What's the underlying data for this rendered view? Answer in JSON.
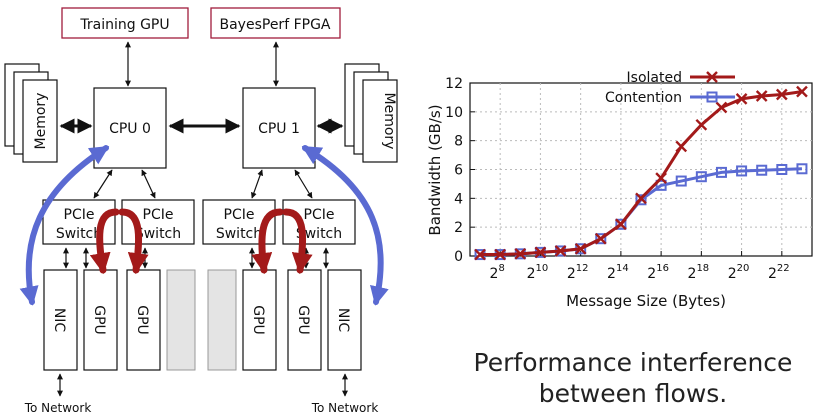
{
  "diagram": {
    "training_gpu": "Training GPU",
    "bayesperf_fpga": "BayesPerf FPGA",
    "cpu0": "CPU 0",
    "cpu1": "CPU 1",
    "memory_left": "Memory",
    "memory_right": "Memory",
    "pcie_line1": "PCIe",
    "pcie_line2": "Switch",
    "nic_label": "NIC",
    "gpu_label": "GPU",
    "to_network_left": "To Network",
    "to_network_right": "To Network"
  },
  "caption": {
    "line1": "Performance interference",
    "line2": "between flows."
  },
  "colors": {
    "isolated": "#a31a1a",
    "contention": "#5a6ad2",
    "fpga_border": "#a01c3c",
    "slot_fill": "#e4e4e4"
  },
  "chart_data": {
    "type": "line",
    "xlabel": "Message Size (Bytes)",
    "ylabel": "Bandwidth (GB/s)",
    "x_scale": "log2",
    "xlim_exp": [
      6.5,
      23.5
    ],
    "ylim": [
      0,
      12
    ],
    "yticks": [
      0,
      2,
      4,
      6,
      8,
      10,
      12
    ],
    "xticks_exp": [
      8,
      10,
      12,
      14,
      16,
      18,
      20,
      22
    ],
    "xtick_base": "2",
    "grid": true,
    "legend_position": "top",
    "x_exp": [
      7,
      8,
      9,
      10,
      11,
      12,
      13,
      14,
      15,
      16,
      17,
      18,
      19,
      20,
      21,
      22,
      23
    ],
    "series": [
      {
        "name": "Isolated",
        "marker": "x",
        "values": [
          0.1,
          0.1,
          0.15,
          0.25,
          0.35,
          0.5,
          1.2,
          2.2,
          4.0,
          5.4,
          7.6,
          9.1,
          10.3,
          10.9,
          11.1,
          11.2,
          11.4
        ]
      },
      {
        "name": "Contention",
        "marker": "square",
        "values": [
          0.1,
          0.1,
          0.15,
          0.25,
          0.35,
          0.5,
          1.2,
          2.2,
          3.9,
          4.9,
          5.2,
          5.5,
          5.8,
          5.9,
          5.95,
          6.0,
          6.05
        ]
      }
    ]
  }
}
